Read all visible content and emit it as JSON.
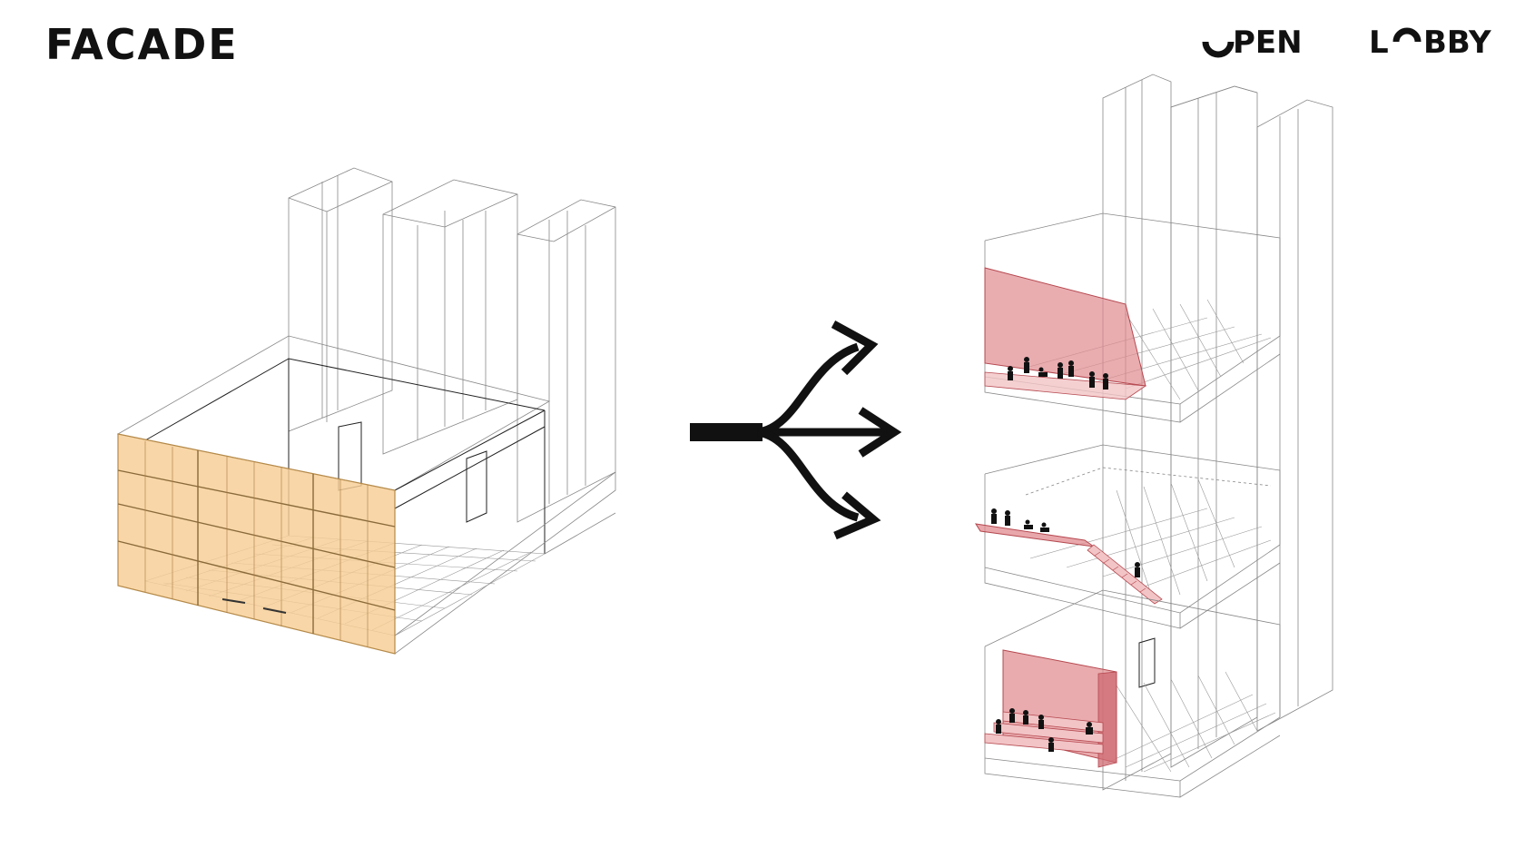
{
  "left_title": "FACADE",
  "right_title": {
    "word1_rest": "PEN",
    "word2_start": "L",
    "word2_rest": "BBY"
  },
  "colors": {
    "facade_fill": "#f6cd94",
    "facade_stroke": "#b58a4a",
    "lobby_fill": "#e08a8f",
    "lobby_stroke": "#b5484f",
    "ink": "#111111"
  }
}
